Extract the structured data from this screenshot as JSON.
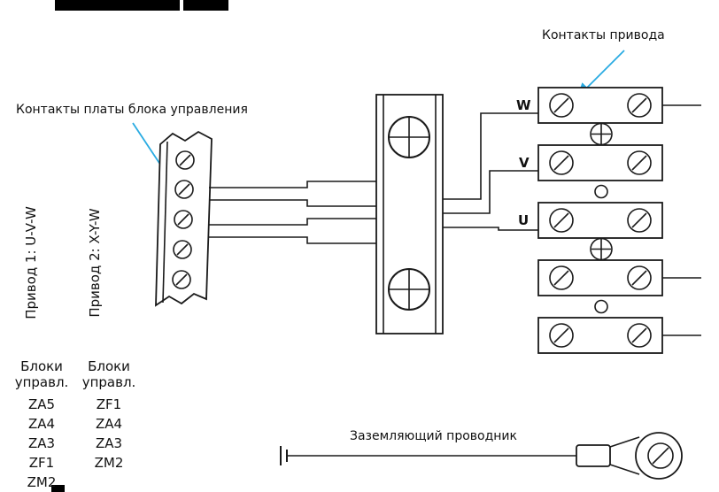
{
  "diagram": {
    "labels": {
      "control_board_contacts": "Контакты платы блока управления",
      "drive_contacts": "Контакты привода",
      "ground_conductor": "Заземляющий проводник",
      "drive1_rotated": "Привод 1: U-V-W",
      "drive2_rotated": "Привод 2: X-Y-W",
      "phase_w": "W",
      "phase_v": "V",
      "phase_u": "U"
    },
    "control_unit_lists": {
      "title_line1": "Блоки",
      "title_line2": "управл.",
      "col1": [
        "ZA5",
        "ZA4",
        "ZA3",
        "ZF1",
        "ZM2"
      ],
      "col2": [
        "ZF1",
        "ZA4",
        "ZA3",
        "ZM2"
      ]
    },
    "colors": {
      "callout_arrow": "#29abe2",
      "line": "#1a1a1a",
      "background": "#ffffff"
    }
  }
}
